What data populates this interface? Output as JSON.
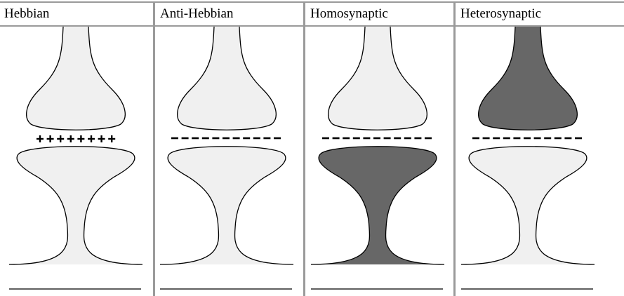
{
  "panels": [
    {
      "title": "Hebbian",
      "cleft_sign": "+",
      "pre_fill": "#f0f0f0",
      "post_fill": "#f0f0f0"
    },
    {
      "title": "Anti-Hebbian",
      "cleft_sign": "-",
      "pre_fill": "#f0f0f0",
      "post_fill": "#f0f0f0"
    },
    {
      "title": "Homosynaptic",
      "cleft_sign": "-",
      "pre_fill": "#f0f0f0",
      "post_fill": "#676767"
    },
    {
      "title": "Heterosynaptic",
      "cleft_sign": "-",
      "pre_fill": "#676767",
      "post_fill": "#f0f0f0"
    }
  ],
  "colors": {
    "light_terminal": "#f0f0f0",
    "dark_terminal": "#676767",
    "divider": "#9a9a9a",
    "outline": "#000000"
  }
}
